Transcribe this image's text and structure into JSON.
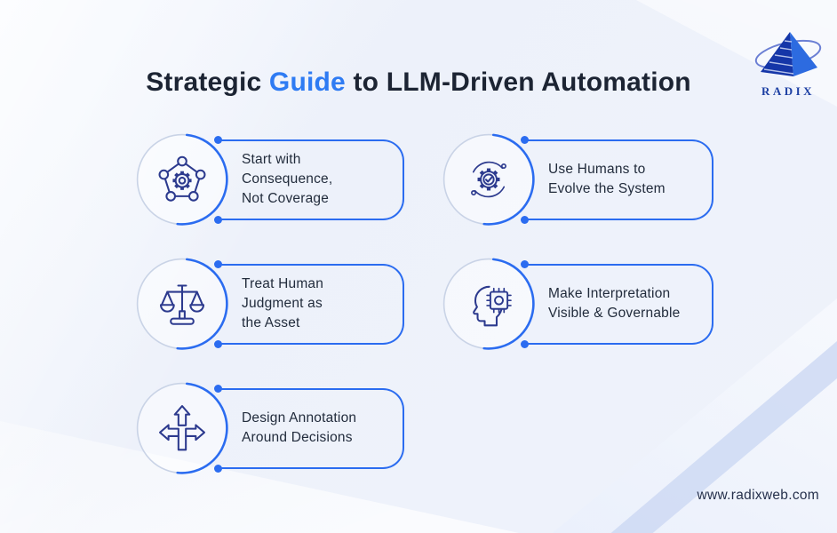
{
  "title": {
    "prefix": "Strategic ",
    "highlight": "Guide",
    "suffix": " to LLM-Driven Automation"
  },
  "logo": {
    "brand": "RADIX"
  },
  "columns": {
    "left": [
      {
        "icon": "pentagon-gear-icon",
        "label": "Start with\nConsequence,\nNot Coverage"
      },
      {
        "icon": "balance-scale-icon",
        "label": "Treat Human\nJudgment as\nthe Asset"
      },
      {
        "icon": "branching-arrows-icon",
        "label": "Design Annotation\nAround Decisions"
      }
    ],
    "right": [
      {
        "icon": "gear-cycle-check-icon",
        "label": "Use Humans to\nEvolve the System"
      },
      {
        "icon": "head-chip-icon",
        "label": "Make Interpretation\nVisible & Governable"
      }
    ]
  },
  "footer": {
    "website": "www.radixweb.com"
  },
  "colors": {
    "accent": "#2B6CF0",
    "title_highlight": "#2E7BF3",
    "icon_navy": "#2C3A8E",
    "ink": "#1C2433",
    "text": "#222C3C",
    "ring_gray": "#C9D3E6",
    "background": "#EEF2FB",
    "logo_blue": "#1C3FA3"
  }
}
